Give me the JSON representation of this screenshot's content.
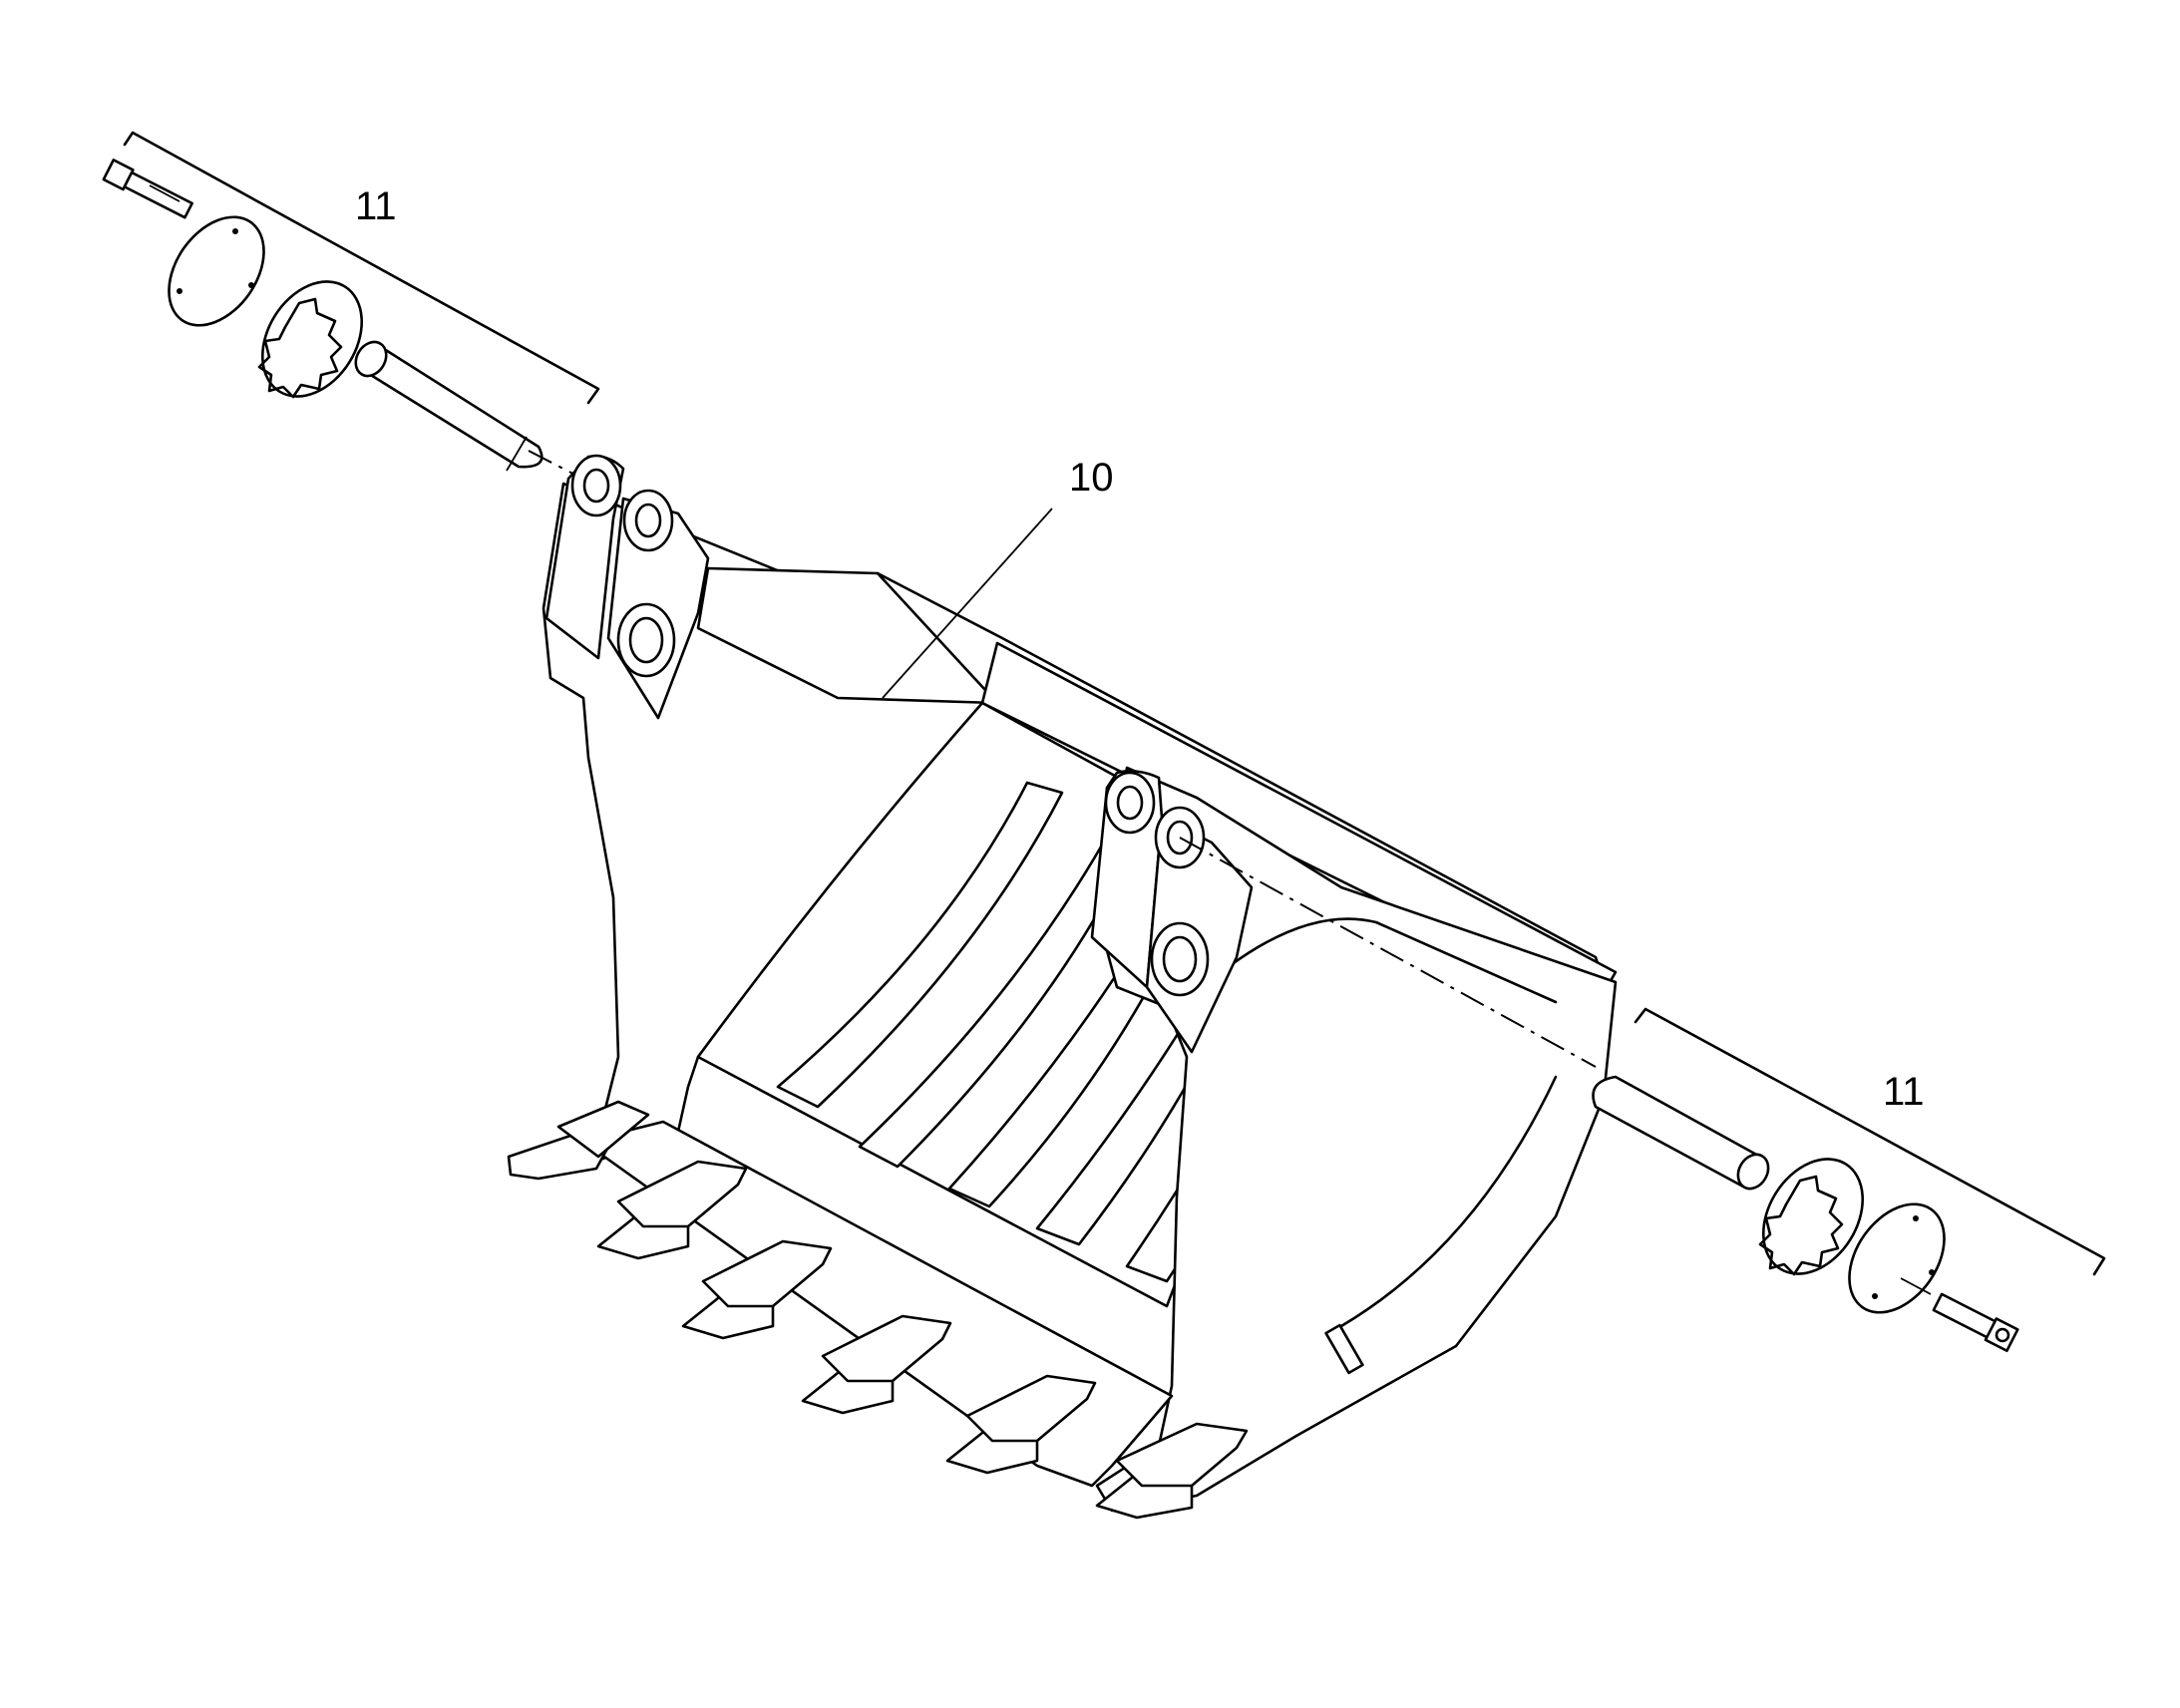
{
  "labels": {
    "left_kit": "11",
    "bucket": "10",
    "right_kit": "11"
  }
}
